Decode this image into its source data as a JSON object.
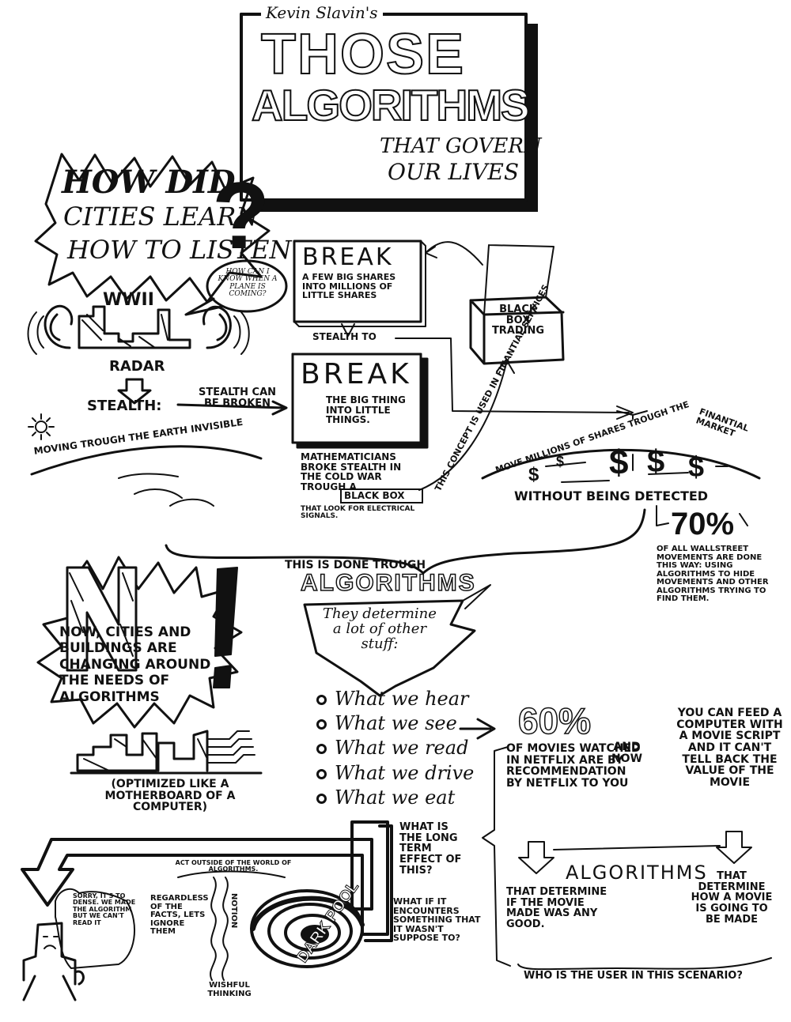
{
  "title": {
    "author": "Kevin Slavin's",
    "line1": "THOSE",
    "line2": "ALGORITHMS",
    "line3": "THAT GOVERN",
    "line4": "OUR LIVES"
  },
  "listen": {
    "heading_1": "HOW DID",
    "heading_2": "CITIES LEARN",
    "heading_3": "HOW TO LISTEN",
    "question_mark": "?",
    "bubble": "HOW CAN I KNOW WHEN A PLANE IS COMING?",
    "wwii": "WWII",
    "radar": "RADAR",
    "stealth": "STEALTH:",
    "stealth_broken": "STEALTH CAN BE BROKEN",
    "earth": "MOVING TROUGH THE EARTH INVISIBLE"
  },
  "break1": {
    "heading": "BREAK",
    "body": "A FEW BIG SHARES INTO MILLIONS OF LITTLE SHARES",
    "stealth_to": "STEALTH TO"
  },
  "break2": {
    "heading": "BREAK",
    "body": "THE BIG THING INTO LITTLE THINGS."
  },
  "math": {
    "text": "MATHEMATICIANS BROKE STEALTH IN THE COLD WAR TROUGH A",
    "block_box": "BLACK BOX",
    "text2": "THAT LOOK FOR ELECTRICAL SIGNALS."
  },
  "concept": "THIS CONCEPT IS USED IN FINANTIAL SERVICES",
  "blackbox": "BLACK BOX TRADING",
  "market": {
    "curve_text": "MOVE MILLIONS OF SHARES TROUGH THE",
    "financial": "FINANTIAL MARKET",
    "undetected": "WITHOUT BEING DETECTED",
    "percent": "70%",
    "percent_text": "OF ALL WALLSTREET MOVEMENTS ARE DONE THIS WAY: USING ALGORITHMS TO HIDE MOVEMENTS AND OTHER ALGORITHMS TRYING TO FIND THEM."
  },
  "done_through": "THIS IS DONE TROUGH",
  "algorithms_banner": "ALGORITHMS",
  "determine": "They determine a lot of other stuff:",
  "now": {
    "big_n": "N",
    "exclaim": "!",
    "text": "NOW, CITIES AND BUILDINGS ARE CHANGING AROUND THE NEEDS OF ALGORITHMS",
    "optimized": "(OPTIMIZED LIKE A MOTHERBOARD OF A COMPUTER)"
  },
  "list": [
    "What we hear",
    "What we see",
    "What we read",
    "What we drive",
    "What we eat"
  ],
  "netflix": {
    "percent": "60%",
    "text": "OF MOVIES WATCHED IN NETFLIX ARE BY RECOMMENDATION BY NETFLIX TO YOU",
    "and_now": "AND NOW",
    "feed": "YOU CAN FEED A COMPUTER WITH A MOVIE SCRIPT AND IT CAN'T TELL BACK THE VALUE OF THE MOVIE"
  },
  "long_term": "WHAT IS THE LONG TERM EFFECT OF THIS?",
  "encounters": "WHAT IF IT ENCOUNTERS SOMETHING THAT IT WASN'T SUPPOSE TO?",
  "algos2": {
    "heading": "ALGORITHMS",
    "left": "THAT DETERMINE IF THE MOVIE MADE WAS ANY GOOD.",
    "right": "THAT DETERMINE HOW A MOVIE IS GOING TO BE MADE"
  },
  "who": "WHO IS THE USER IN THIS SCENARIO?",
  "sorry": "SORRY, IT'S TO DENSE. WE MADE THE ALGORITHM BUT WE CAN'T READ IT",
  "act_outside": "ACT OUTSIDE OF THE WORLD OF ALGORITHMS.",
  "regardless": "REGARDLESS OF THE FACTS, LETS IGNORE THEM",
  "notion": "NOTION",
  "wishful": "WISHFUL THINKING",
  "dark_pool": "DARK POOL",
  "dollar": "$"
}
